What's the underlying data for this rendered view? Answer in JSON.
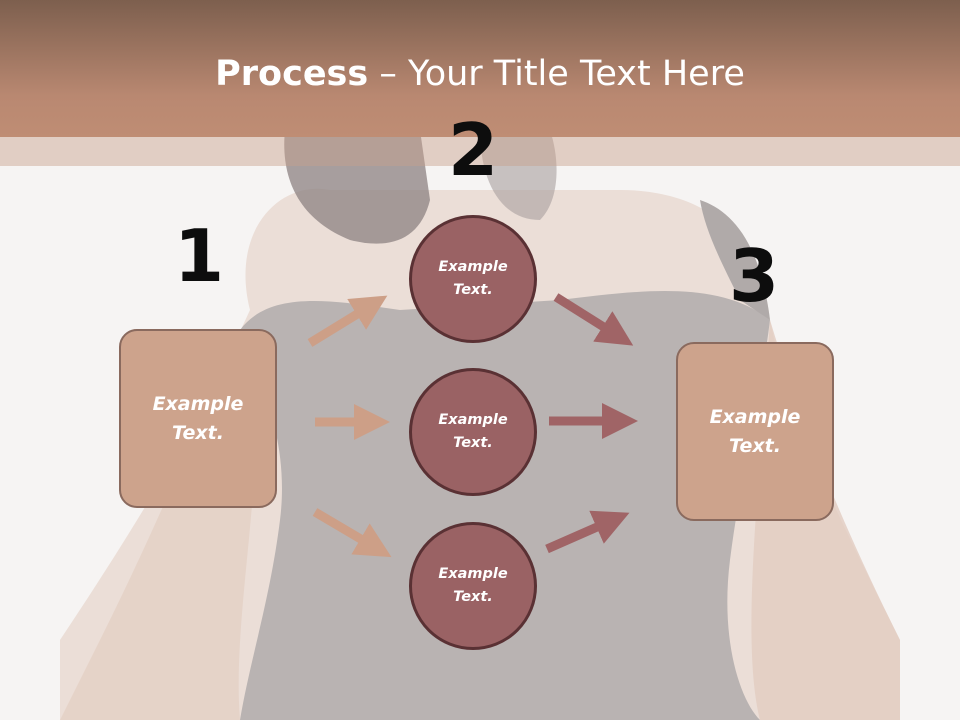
{
  "title": {
    "bold": "Process",
    "rest": " – Your Title Text Here"
  },
  "steps": {
    "one": "1",
    "two": "2",
    "three": "3"
  },
  "boxes": {
    "left": "Example Text.",
    "right": "Example Text."
  },
  "circles": [
    {
      "label": "Example Text."
    },
    {
      "label": "Example Text."
    },
    {
      "label": "Example Text."
    }
  ],
  "colors": {
    "title_band": "#b98871",
    "box_fill": "#cda38c",
    "circle_fill": "#9a6264",
    "arrow_light": "#cd9f87",
    "arrow_dark": "#a06466"
  }
}
